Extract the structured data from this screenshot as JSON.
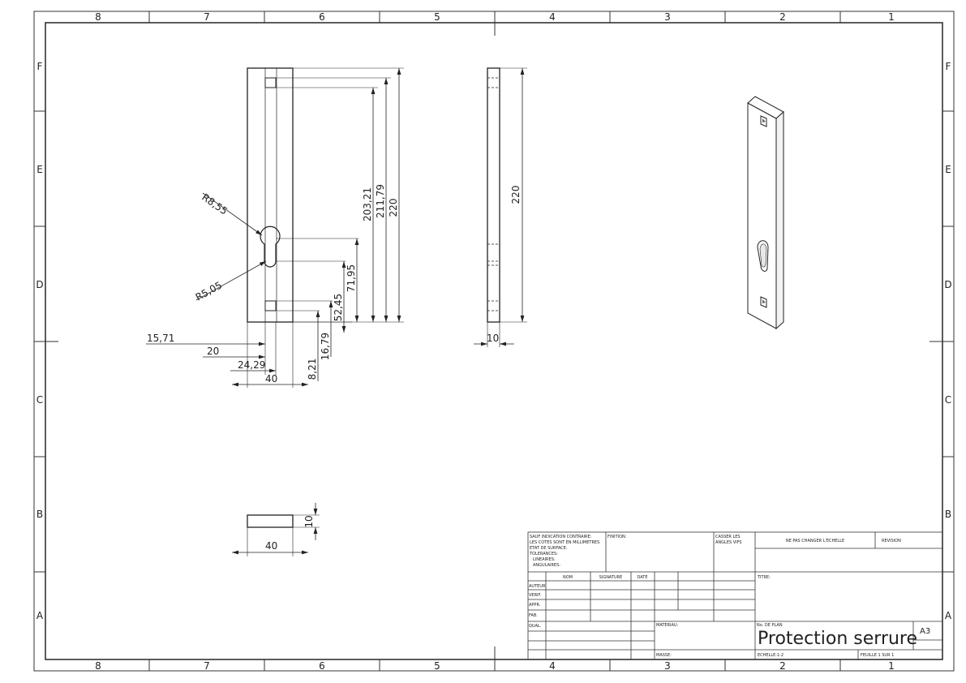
{
  "zones": {
    "columns": [
      "8",
      "7",
      "6",
      "5",
      "4",
      "3",
      "2",
      "1"
    ],
    "rows": [
      "F",
      "E",
      "D",
      "C",
      "B",
      "A"
    ]
  },
  "front_view": {
    "radius_top": "R8,55",
    "radius_bottom": "R5,05",
    "dim_height_outer": "220",
    "dim_height_2": "211,79",
    "dim_height_3": "203,21",
    "dim_71": "71,95",
    "dim_52": "52,45",
    "dim_16": "16,79",
    "dim_8": "8,21",
    "dim_15": "15,71",
    "dim_20": "20",
    "dim_24": "24,29",
    "dim_40": "40"
  },
  "side_view": {
    "dim_height": "220",
    "dim_thickness": "10"
  },
  "bottom_view": {
    "dim_width": "40",
    "dim_thickness": "10"
  },
  "title_block": {
    "notes": [
      "SAUF INDICATION CONTRAIRE:",
      "LES COTES SONT EN MILLIMETRES",
      "ETAT DE SURFACE:",
      "TOLERANCES:",
      "LINEAIRES:",
      "ANGULAIRES:"
    ],
    "finish_label": "FINITION:",
    "edges_label_1": "CASSER LES",
    "edges_label_2": "ANGLES VIFS",
    "scale_warning": "NE PAS CHANGER L'ECHELLE",
    "revision_label": "REVISION",
    "col_name": "NOM",
    "col_signature": "SIGNATURE",
    "col_date": "DATE",
    "roles": [
      "AUTEUR",
      "VERIF.",
      "APPR.",
      "FAB.",
      "QUAL."
    ],
    "title_label": "TITRE:",
    "material_label": "MATERIAU:",
    "drawing_no_label": "No. DE PLAN",
    "drawing_title": "Protection serrure",
    "format": "A3",
    "mass_label": "MASSE:",
    "scale_label": "ECHELLE:1:2",
    "sheet_label": "FEUILLE 1 SUR 1"
  }
}
